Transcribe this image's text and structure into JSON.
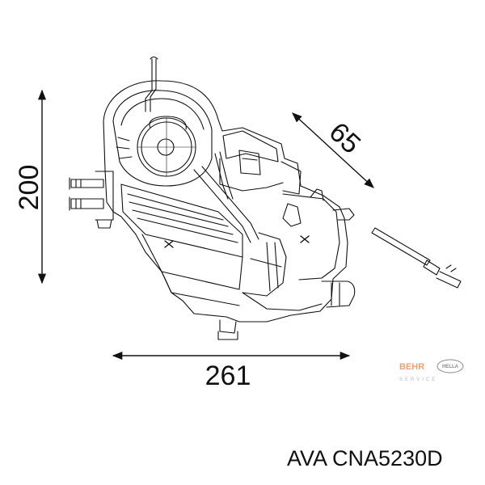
{
  "dimensions": {
    "height": "200",
    "width": "261",
    "depth": "65"
  },
  "logo": {
    "brand_primary": "BEHR",
    "brand_secondary": "HELLA",
    "service": "SERVICE",
    "primary_color": "#e8a27a",
    "secondary_color": "#8a8a8a"
  },
  "caption": {
    "part_label": "AVA CNA5230D"
  }
}
